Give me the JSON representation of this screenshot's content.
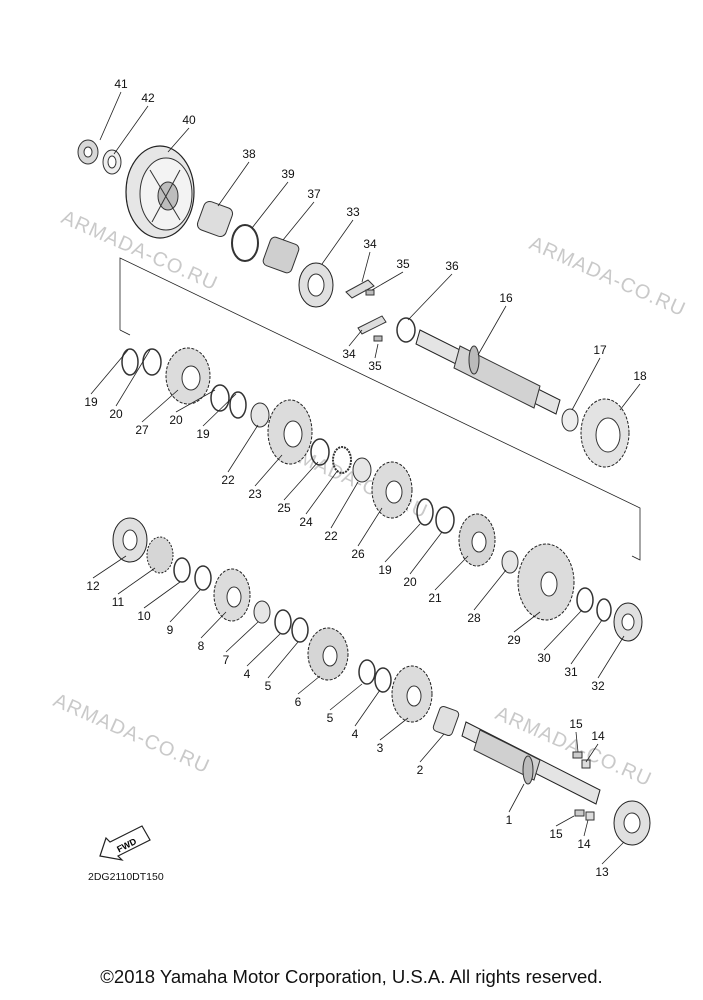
{
  "watermarks": [
    "ARMADA-CO.RU",
    "ARMADA-CO.RU",
    "ARMADA-CO.RU",
    "ARMADA-CO.RU",
    "ARMADA-CO.RU"
  ],
  "diagram_code": "2DG2110DT150",
  "fwd_label": "FWD",
  "copyright": "©2018 Yamaha Motor Corporation, U.S.A. All rights reserved.",
  "callouts": [
    "41",
    "42",
    "40",
    "38",
    "39",
    "37",
    "33",
    "34",
    "35",
    "36",
    "16",
    "34",
    "35",
    "19",
    "20",
    "27",
    "20",
    "19",
    "22",
    "23",
    "25",
    "24",
    "22",
    "26",
    "19",
    "20",
    "21",
    "17",
    "18",
    "12",
    "11",
    "10",
    "9",
    "8",
    "7",
    "4",
    "5",
    "6",
    "5",
    "4",
    "3",
    "2",
    "28",
    "29",
    "30",
    "31",
    "32",
    "1",
    "15",
    "14",
    "15",
    "14",
    "13"
  ]
}
